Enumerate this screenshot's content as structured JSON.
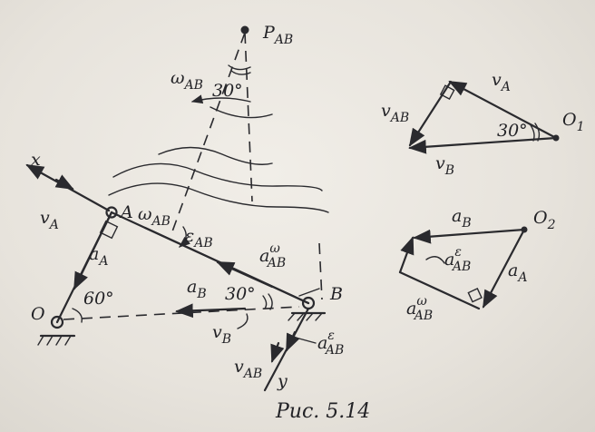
{
  "labels": {
    "p_ab": "P",
    "p_ab_sub": "AB",
    "omega_top": "ω",
    "omega_top_sub": "AB",
    "angle_top": "30°",
    "axis_x": "x",
    "point_a": "A",
    "omega_a": "ω",
    "omega_a_sub": "AB",
    "eps_ab": "ε",
    "eps_ab_sub": "AB",
    "v_a": "v",
    "v_a_sub": "A",
    "a_a": "a",
    "a_a_sub": "A",
    "a_ab_w": "a",
    "a_ab_w_sup": "ω",
    "a_ab_w_sub": "AB",
    "point_o": "O",
    "angle_60": "60°",
    "a_b": "a",
    "a_b_sub": "B",
    "angle_30": "30°",
    "point_b": "B",
    "v_b": "v",
    "v_b_sub": "B",
    "a_ab_e": "a",
    "a_ab_e_sup": "ε",
    "a_ab_e_sub": "AB",
    "v_ab": "v",
    "v_ab_sub": "AB",
    "axis_y": "y",
    "caption": "Рис. 5.14"
  },
  "velocity_triangle": {
    "v_a": "v",
    "v_a_sub": "A",
    "v_ab": "v",
    "v_ab_sub": "AB",
    "v_b": "v",
    "v_b_sub": "B",
    "angle": "30°",
    "origin": "O",
    "origin_sub": "1"
  },
  "acceleration_polygon": {
    "a_b": "a",
    "a_b_sub": "B",
    "origin": "O",
    "origin_sub": "2",
    "a_ab_e": "a",
    "a_ab_e_sup": "ε",
    "a_ab_e_sub": "AB",
    "a_a": "a",
    "a_a_sub": "A",
    "a_ab_w": "a",
    "a_ab_w_sup": "ω",
    "a_ab_w_sub": "AB"
  }
}
